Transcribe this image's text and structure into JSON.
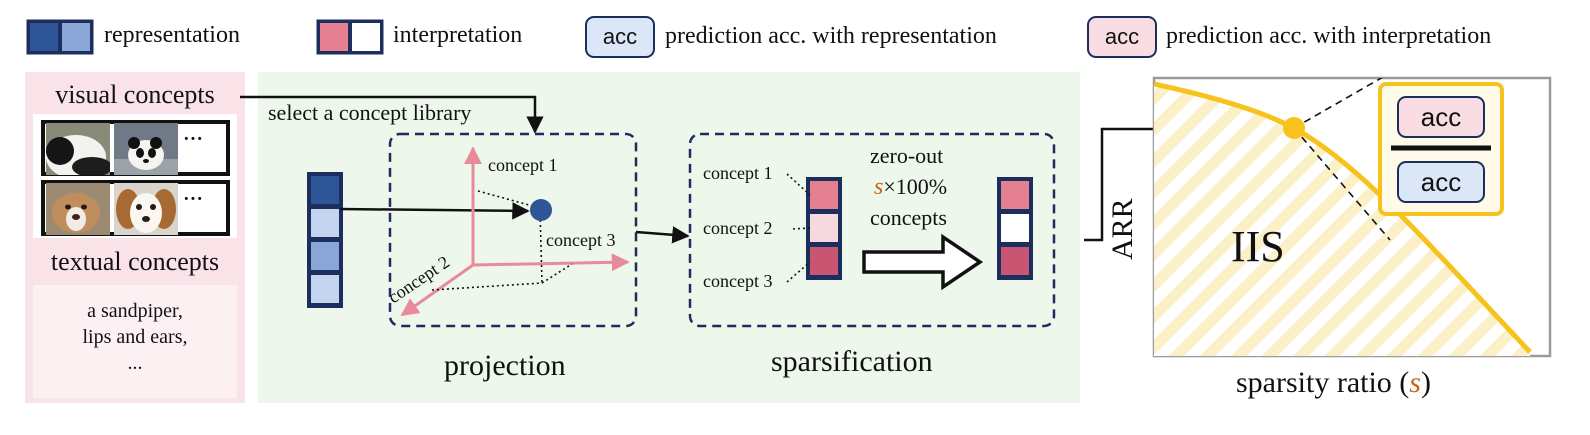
{
  "legend": {
    "representation_label": "representation",
    "interpretation_label": "interpretation",
    "acc_text": "acc",
    "acc_rep_label": "prediction acc. with representation",
    "acc_int_label": "prediction acc. with interpretation"
  },
  "inputs": {
    "visual_title": "visual concepts",
    "ellipsis": "···",
    "textual_title": "textual concepts",
    "textual_lines": [
      "a sandpiper,",
      "lips and ears,",
      "..."
    ]
  },
  "pipeline": {
    "select_label": "select a concept library",
    "concept1": "concept 1",
    "concept2": "concept 2",
    "concept3": "concept 3",
    "projection_title": "projection",
    "zero_out_line1": "zero-out",
    "zero_out_s": "s",
    "zero_out_rest": "×100%",
    "zero_out_line3": "concepts",
    "sparsification_title": "sparsification"
  },
  "chart": {
    "arr_label": "ARR",
    "region_label": "IIS",
    "acc_top": "acc",
    "acc_bottom": "acc",
    "xlabel_prefix": "sparsity ratio (",
    "xlabel_s": "s",
    "xlabel_suffix": ")"
  },
  "colors": {
    "rep_dark": "#2e5597",
    "rep_light": "#8aa5d8",
    "rep_pale": "#c4d3ee",
    "int_mid": "#e57f92",
    "int_light": "#f6d9df",
    "int_dark": "#c85571",
    "navy": "#1c2f5c",
    "pink_bg": "#f9e3e8",
    "green_bg": "#eef7ec",
    "axis_pink": "#e98a9b",
    "gold": "#f7c21b",
    "s_orange": "#c8641c"
  }
}
